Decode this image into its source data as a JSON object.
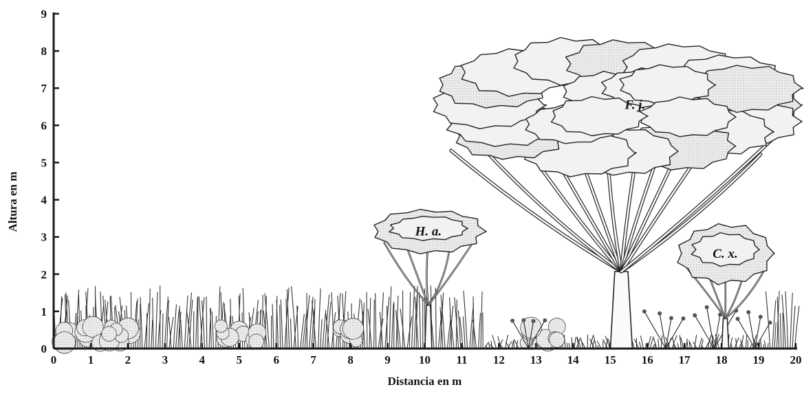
{
  "chart_data": {
    "type": "profile-diagram",
    "xlabel": "Distancia en m",
    "ylabel": "Altura en m",
    "xlim": [
      0,
      20
    ],
    "ylim": [
      0,
      9
    ],
    "x_ticks": [
      "0",
      "1",
      "2",
      "3",
      "4",
      "5",
      "6",
      "7",
      "8",
      "9",
      "10",
      "11",
      "12",
      "13",
      "14",
      "15",
      "16",
      "17",
      "18",
      "19",
      "20"
    ],
    "y_ticks": [
      "0",
      "1",
      "2",
      "3",
      "4",
      "5",
      "6",
      "7",
      "8",
      "9"
    ],
    "grass_height_max": 1.7,
    "plants": [
      {
        "label": "H. a.",
        "x": 10.1,
        "height": 3.7,
        "crown_bottom": 2.6,
        "crown_width": 2.8
      },
      {
        "label": "F. j.",
        "x": 15.3,
        "height": 8.5,
        "crown_bottom": 4.6,
        "crown_width": 10.8
      },
      {
        "label": "C. x.",
        "x": 18.1,
        "height": 3.3,
        "crown_bottom": 1.8,
        "crown_width": 2.4
      }
    ],
    "shrubs_x": [
      0.6,
      1.8,
      5.0,
      7.9,
      13.3
    ]
  },
  "colors": {
    "ink": "#1a1a1a",
    "crown_fill": "#f2f2f2",
    "shade": "#9a9a9a"
  }
}
